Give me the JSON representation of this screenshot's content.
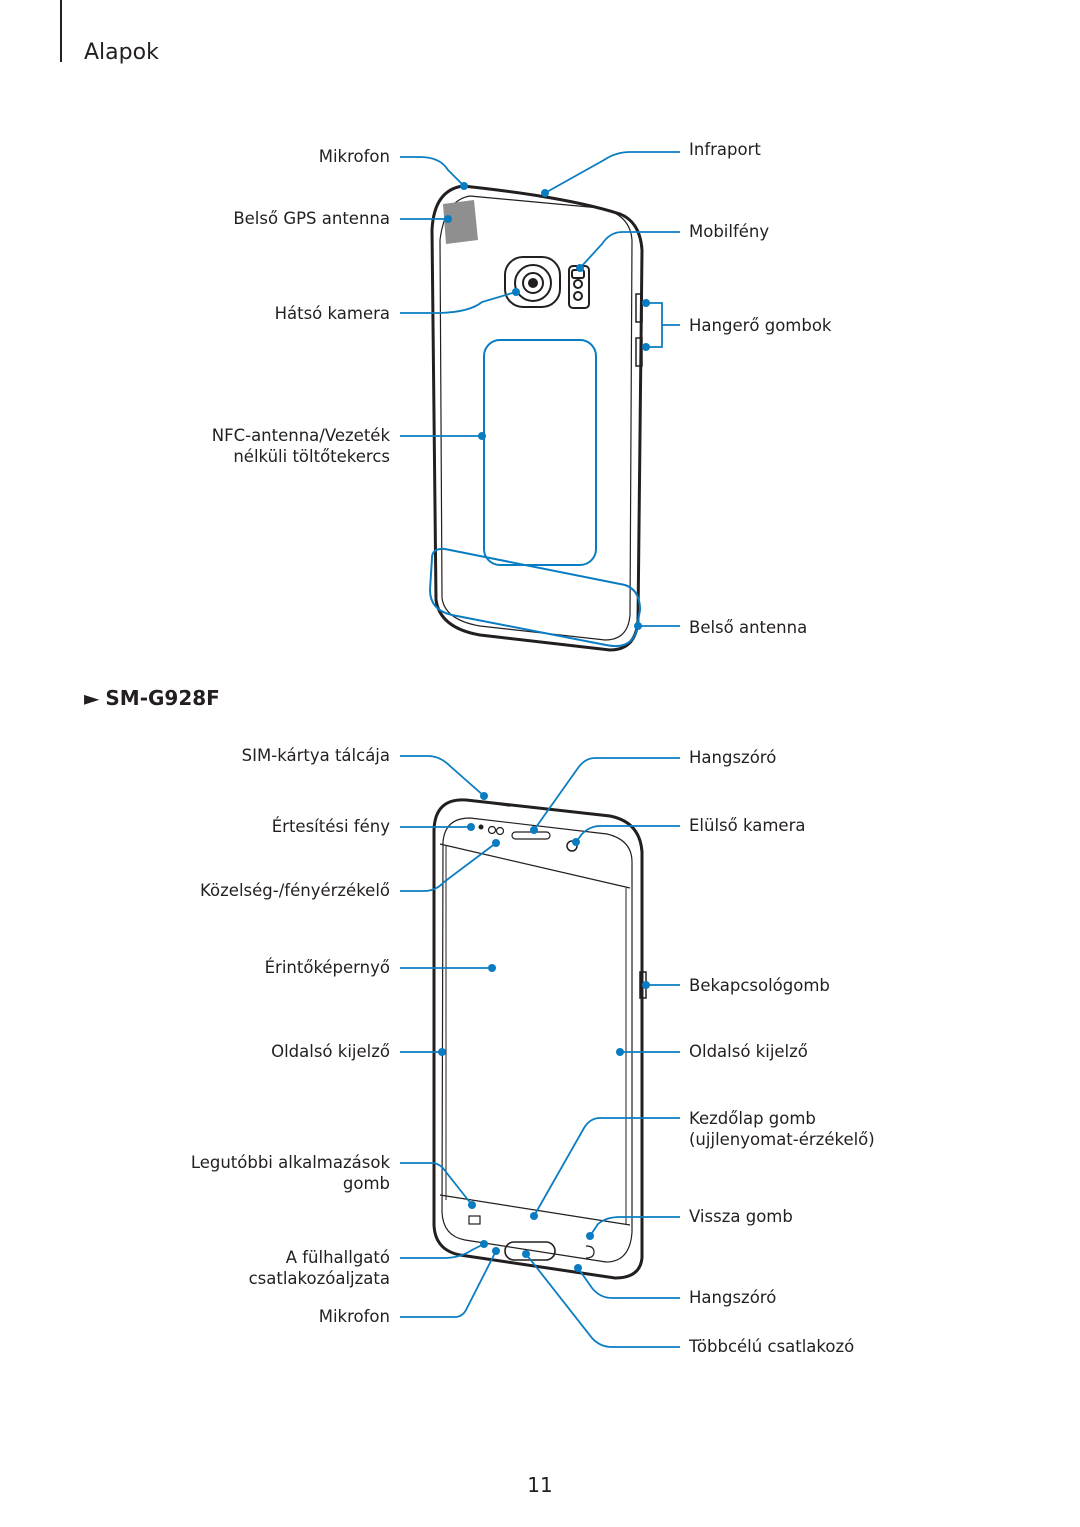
{
  "header": {
    "section_title": "Alapok"
  },
  "back_view": {
    "labels": {
      "mikrofon": "Mikrofon",
      "gps": "Belső GPS antenna",
      "hatso_kamera": "Hátsó kamera",
      "nfc_1": "NFC-antenna/Vezeték",
      "nfc_2": "nélküli töltőtekercs",
      "infraport": "Infraport",
      "mobilfeny": "Mobilfény",
      "hangero": "Hangerő gombok",
      "belso_antenna": "Belső antenna"
    }
  },
  "model": {
    "arrow": "►",
    "name": "SM-G928F"
  },
  "front_view": {
    "labels": {
      "sim": "SIM-kártya tálcája",
      "ertesitesi": "Értesítési fény",
      "kozelseg": "Közelség-/fényérzékelő",
      "erinto": "Érintőképernyő",
      "oldalso_left": "Oldalsó kijelző",
      "legutobbi_1": "Legutóbbi alkalmazások",
      "legutobbi_2": "gomb",
      "fulhallgato_1": "A fülhallgató",
      "fulhallgato_2": "csatlakozóaljzata",
      "mikrofon": "Mikrofon",
      "hangszoro_top": "Hangszóró",
      "elulso_kamera": "Elülső kamera",
      "bekapcsolo": "Bekapcsológomb",
      "oldalso_right": "Oldalsó kijelző",
      "kezdolap_1": "Kezdőlap gomb",
      "kezdolap_2": "(ujjlenyomat-érzékelő)",
      "vissza": "Vissza gomb",
      "hangszoro_bottom": "Hangszóró",
      "tobbcelu": "Többcélú csatlakozó"
    }
  },
  "footer": {
    "page_number": "11"
  },
  "colors": {
    "callout": "#0a7dc2",
    "text": "#231f20"
  }
}
